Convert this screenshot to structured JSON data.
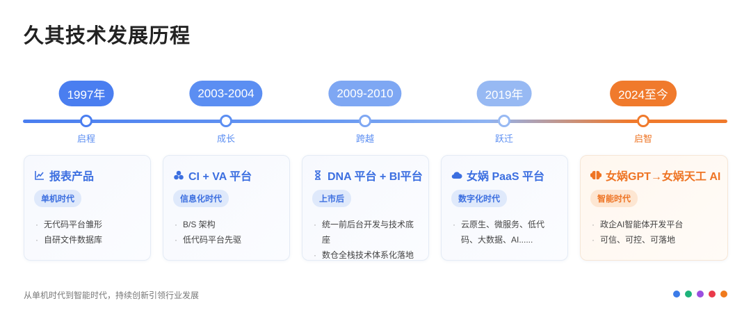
{
  "title": "久其技术发展历程",
  "milestones": [
    {
      "year": "1997年",
      "stage": "启程",
      "color": "#4a7ef0",
      "card": {
        "icon": "line-chart-icon",
        "title": "报表产品",
        "tag": "单机时代",
        "items": [
          "无代码平台雏形",
          "自研文件数据库"
        ]
      }
    },
    {
      "year": "2003-2004",
      "stage": "成长",
      "color": "#5b8ef2",
      "card": {
        "icon": "cubes-icon",
        "title": "CI + VA 平台",
        "tag": "信息化时代",
        "items": [
          "B/S 架构",
          "低代码平台先驱"
        ]
      }
    },
    {
      "year": "2009-2010",
      "stage": "跨越",
      "color": "#7ea7f3",
      "card": {
        "icon": "hourglass-icon",
        "title": "DNA 平台 + BI平台",
        "tag": "上市后",
        "items": [
          "统一前后台开发与技术底座",
          "数仓全栈技术体系化落地"
        ]
      }
    },
    {
      "year": "2019年",
      "stage": "跃迁",
      "color": "#97b9f3",
      "card": {
        "icon": "cloud-icon",
        "title": "女娲 PaaS 平台",
        "tag": "数字化时代",
        "items": [
          "云原生、微服务、低代码、大数据、AI......"
        ]
      }
    },
    {
      "year": "2024至今",
      "stage": "启智",
      "color": "#f07a2c",
      "card": {
        "icon": "brain-icon",
        "title": "女娲GPT→女娲天工 AI",
        "tag": "智能时代",
        "items": [
          "政企AI智能体开发平台",
          "可信、可控、可落地"
        ]
      }
    }
  ],
  "footer": "从单机时代到智能时代，持续创新引领行业发展",
  "dots": [
    "#3b7be8",
    "#1db37a",
    "#9a4fe0",
    "#ea3a4a",
    "#f07a1c"
  ]
}
